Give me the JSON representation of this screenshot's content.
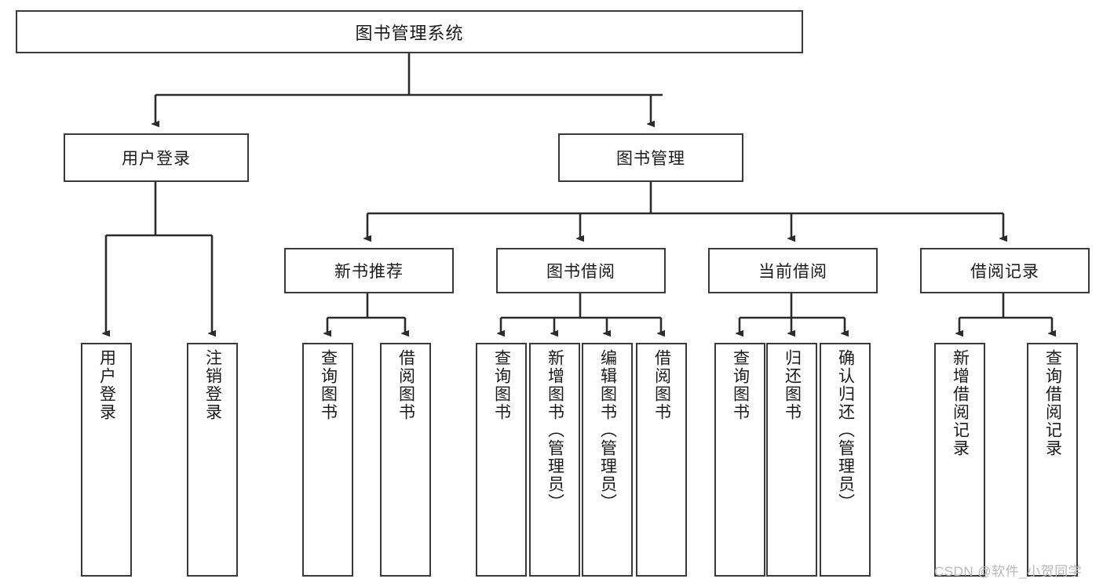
{
  "diagram": {
    "type": "hierarchy-tree",
    "title": "图书管理系统",
    "watermark": "CSDN @软件_小贺同学",
    "colors": {
      "box_border": "#3a3a3a",
      "box_fill": "#ffffff",
      "connector": "#2b2b2b",
      "text": "#1a1a1a",
      "watermark": "#b8b8b8"
    },
    "nodes": {
      "root": {
        "label": "图书管理系统"
      },
      "level2": [
        {
          "label": "用户登录"
        },
        {
          "label": "图书管理"
        }
      ],
      "level3": [
        {
          "label": "新书推荐"
        },
        {
          "label": "图书借阅"
        },
        {
          "label": "当前借阅"
        },
        {
          "label": "借阅记录"
        }
      ],
      "leaves": {
        "user_login": [
          {
            "label": "用户登录"
          },
          {
            "label": "注销登录"
          }
        ],
        "new_book_recommend": [
          {
            "label": "查询图书"
          },
          {
            "label": "借阅图书"
          }
        ],
        "book_borrow": [
          {
            "label": "查询图书"
          },
          {
            "label": "新增图书（管理员）"
          },
          {
            "label": "编辑图书（管理员）"
          },
          {
            "label": "借阅图书"
          }
        ],
        "current_borrow": [
          {
            "label": "查询图书"
          },
          {
            "label": "归还图书"
          },
          {
            "label": "确认归还（管理员）"
          }
        ],
        "borrow_records": [
          {
            "label": "新增借阅记录"
          },
          {
            "label": "查询借阅记录"
          }
        ]
      }
    }
  }
}
